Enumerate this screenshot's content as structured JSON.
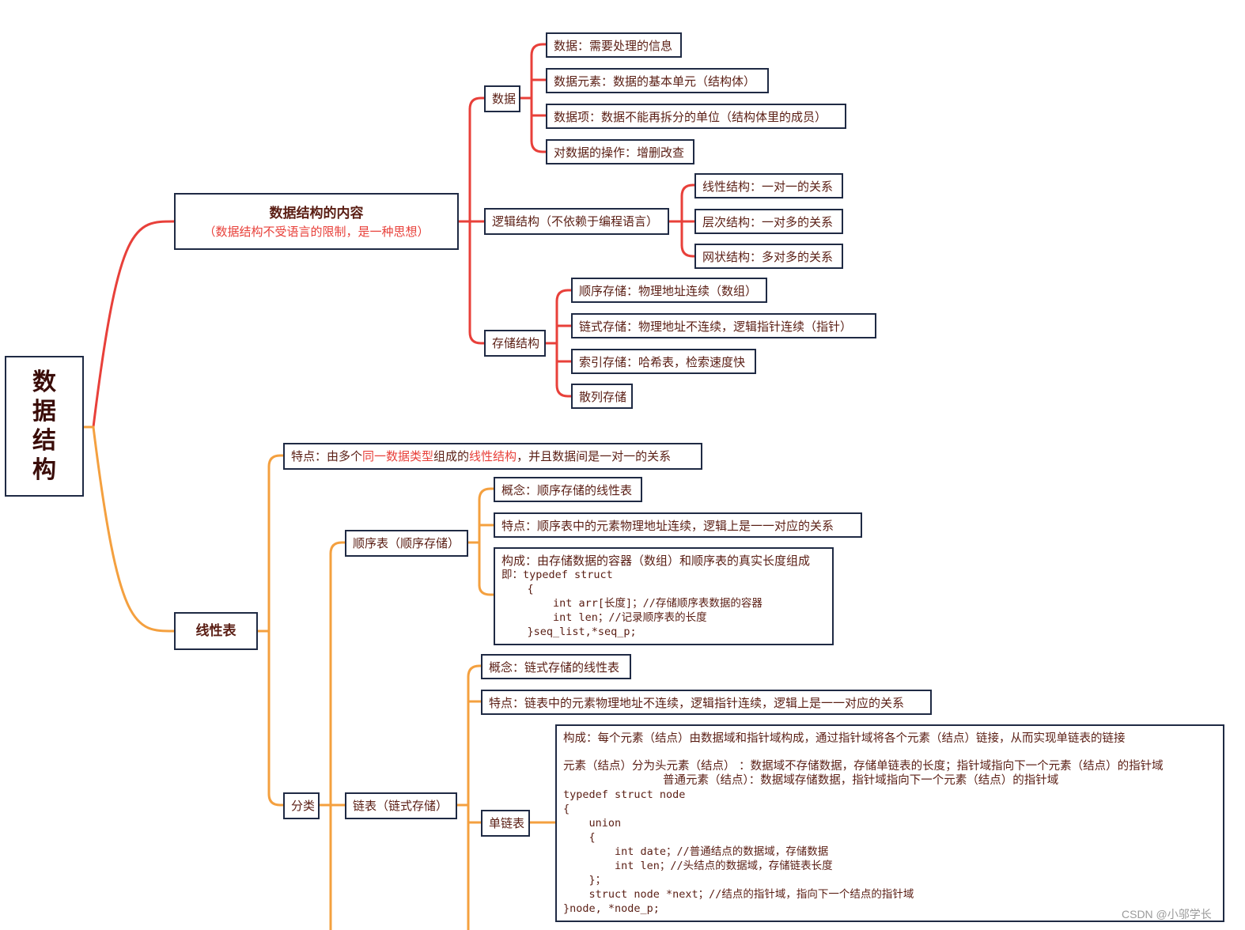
{
  "root": {
    "chars": [
      "数",
      "据",
      "结",
      "构"
    ]
  },
  "content_section": {
    "title": "数据结构的内容",
    "subtitle": "（数据结构不受语言的限制，是一种思想）",
    "data": {
      "label": "数据",
      "items": [
        "数据：需要处理的信息",
        "数据元素：数据的基本单元（结构体）",
        "数据项：数据不能再拆分的单位（结构体里的成员）",
        "对数据的操作：增删改查"
      ]
    },
    "logic": {
      "label": "逻辑结构（不依赖于编程语言）",
      "items": [
        "线性结构：一对一的关系",
        "层次结构：一对多的关系",
        "网状结构：多对多的关系"
      ]
    },
    "storage": {
      "label": "存储结构",
      "items": [
        "顺序存储：物理地址连续（数组）",
        "链式存储：物理地址不连续，逻辑指针连续（指针）",
        "索引存储：哈希表，检索速度快",
        "散列存储"
      ]
    }
  },
  "linear": {
    "label": "线性表",
    "feature": {
      "p1": "特点：由多个",
      "h1": "同一数据类型",
      "p2": "组成的",
      "h2": "线性结构",
      "p3": "，并且数据间是一对一的关系"
    },
    "category": "分类",
    "seq": {
      "label": "顺序表（顺序存储）",
      "concept": "概念：顺序存储的线性表",
      "feature": "特点：顺序表中的元素物理地址连续，逻辑上是一一对应的关系",
      "construct_text": "构成：由存储数据的容器（数组）和顺序表的真实长度组成",
      "construct_code": "即：typedef struct\n    {\n        int arr[长度]；//存储顺序表数据的容器\n        int len；//记录顺序表的长度\n    }seq_list,*seq_p;"
    },
    "linked": {
      "label": "链表（链式存储）",
      "concept": "概念：链式存储的线性表",
      "feature": "特点：链表中的元素物理地址不连续，逻辑指针连续，逻辑上是一一对应的关系",
      "single": {
        "label": "单链表",
        "line1": "构成：每个元素（结点）由数据域和指针域构成，通过指针域将各个元素（结点）链接，从而实现单链表的链接",
        "line2": "元素（结点）分为头元素（结点）   ：数据域不存储数据，存储单链表的长度；指针域指向下一个元素（结点）的指针域",
        "line3": "普通元素（结点）：数据域存储数据，指针域指向下一个元素（结点）的指针域",
        "code": "typedef struct node\n{\n    union\n    {\n        int date；//普通结点的数据域，存储数据\n        int len；//头结点的数据域，存储链表长度\n    }；\n    struct node *next；//结点的指针域，指向下一个结点的指针域\n}node, *node_p;"
      }
    }
  },
  "colors": {
    "red": "#e8403a",
    "orange": "#f4a03f",
    "border": "#1f2a44",
    "text": "#5a1e14"
  },
  "watermark": "CSDN @小邬学长"
}
